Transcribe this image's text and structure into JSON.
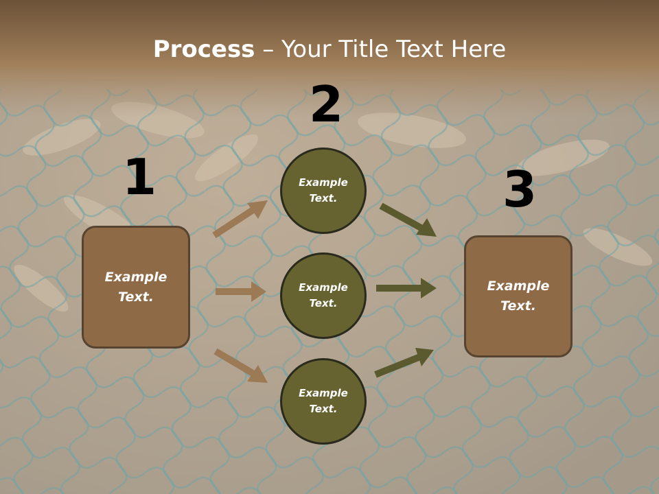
{
  "slide": {
    "title_bold": "Process",
    "title_rest": " – Your Title Text Here",
    "numbers": [
      "1",
      "2",
      "3"
    ],
    "left_box": "Example\nText.",
    "right_box": "Example\nText.",
    "circles": [
      "Example\nText.",
      "Example\nText.",
      "Example\nText."
    ]
  },
  "colors": {
    "box_fill": "#8f6a46",
    "circle_fill": "#666331",
    "arrow_brown": "#9b7a55",
    "arrow_olive": "#5b5a2f"
  }
}
